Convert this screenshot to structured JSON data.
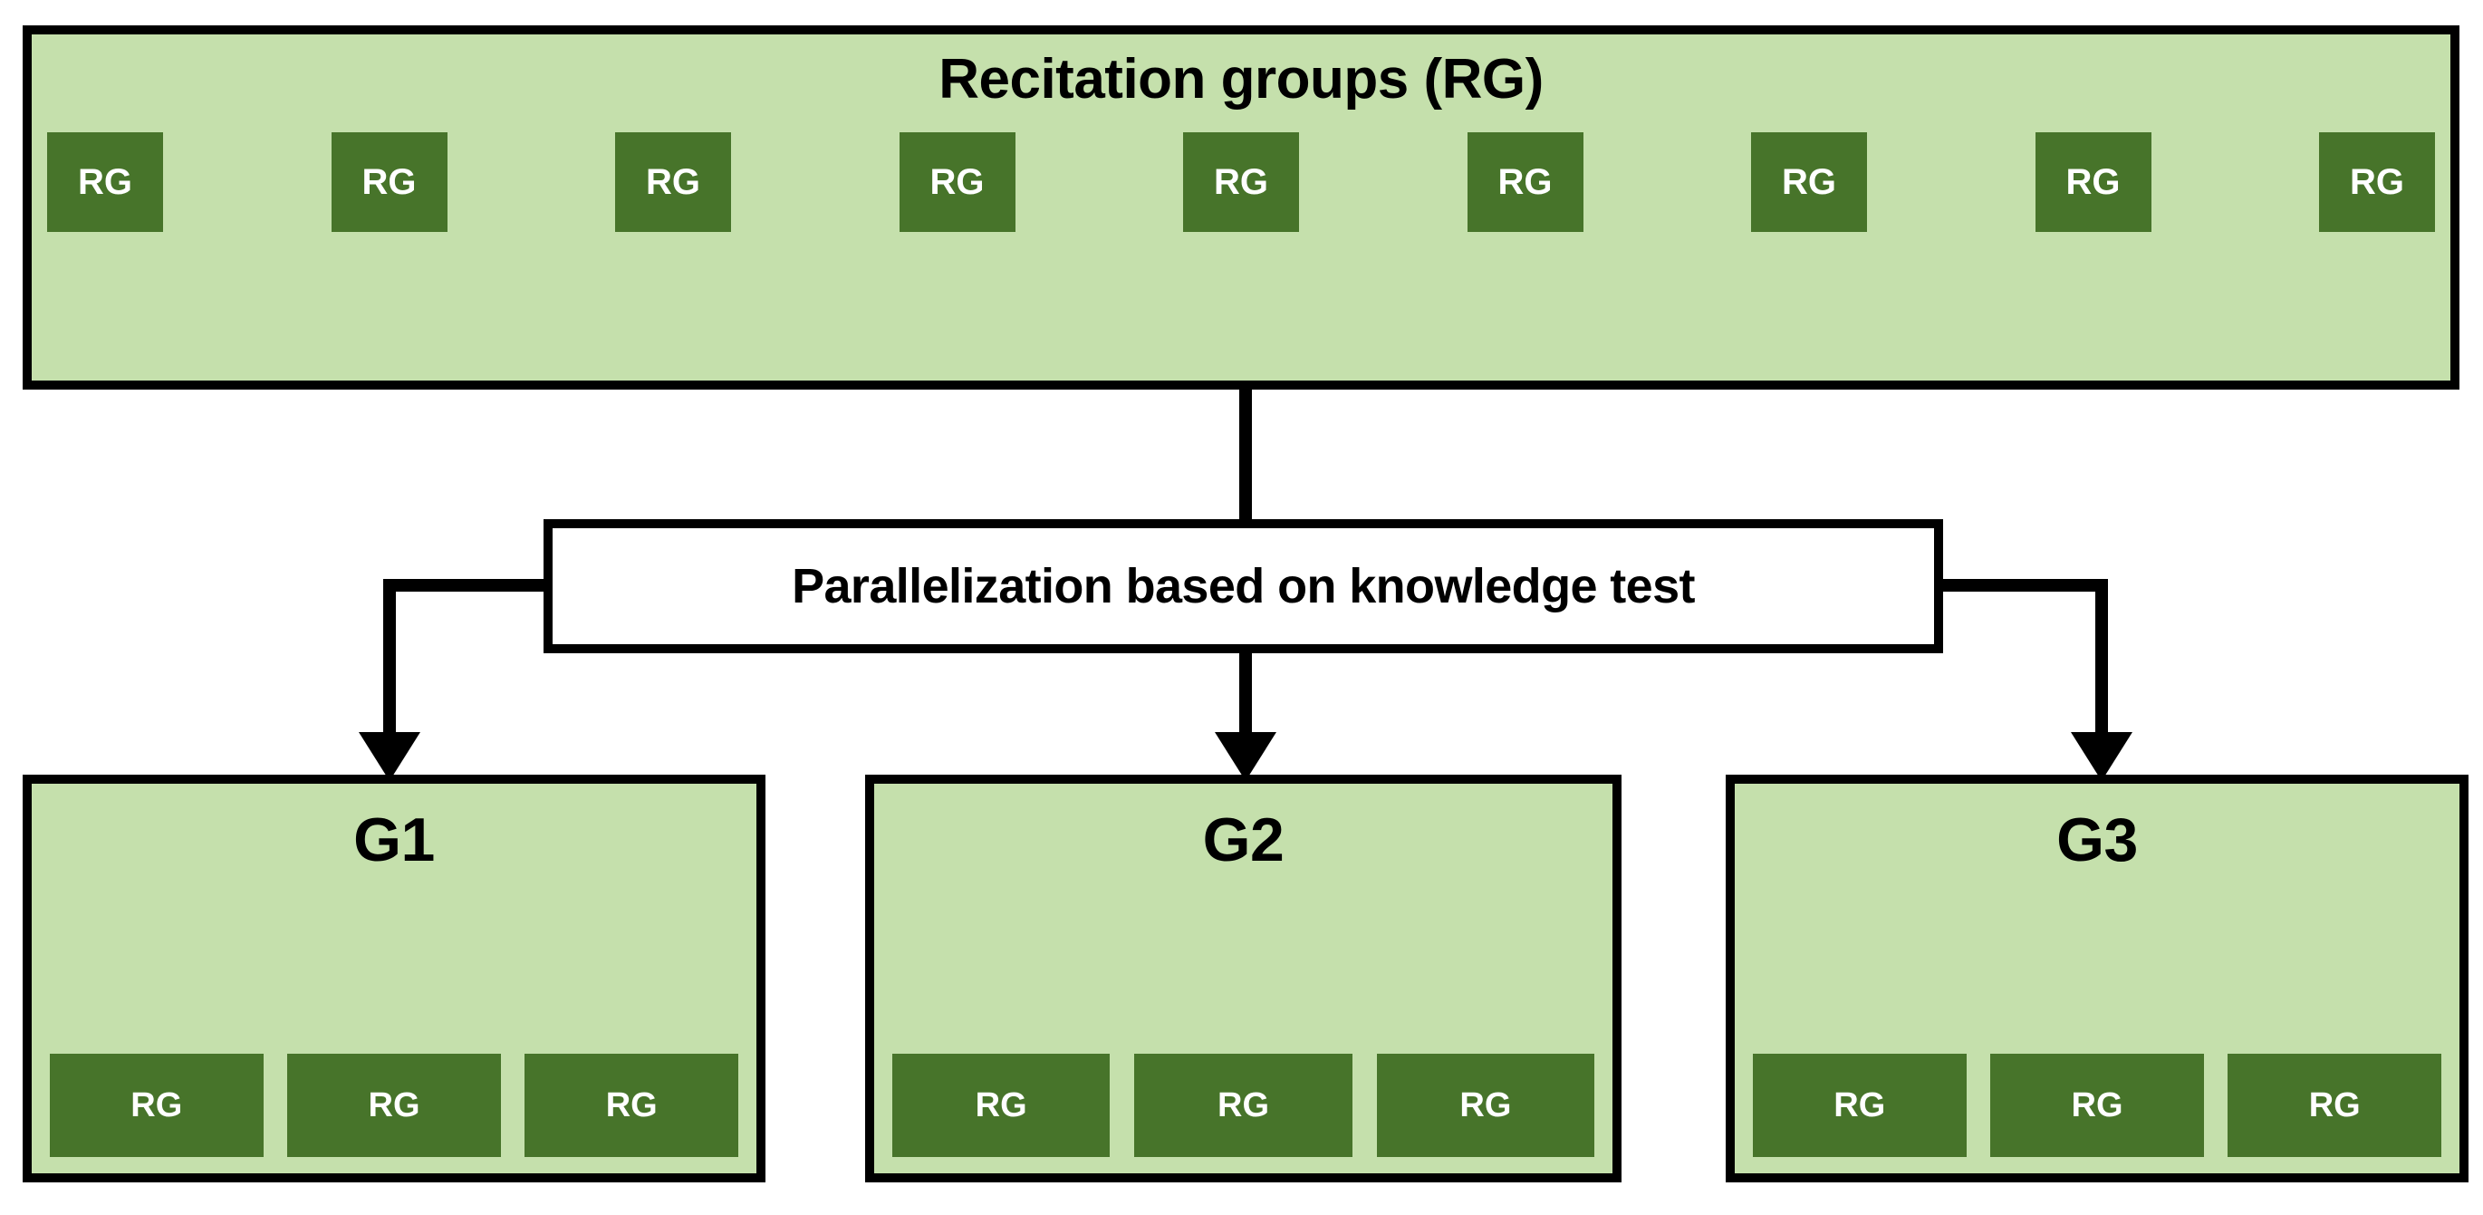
{
  "diagram": {
    "title": "Recitation groups (RG)",
    "colors": {
      "container_fill": "#c5e0ac",
      "chip_fill": "#47742a",
      "chip_text": "#ffffff",
      "border": "#000000",
      "process_fill": "#ffffff",
      "background": "#ffffff"
    },
    "top_container": {
      "label": "Recitation groups (RG)",
      "chips": [
        {
          "label": "RG"
        },
        {
          "label": "RG"
        },
        {
          "label": "RG"
        },
        {
          "label": "RG"
        },
        {
          "label": "RG"
        },
        {
          "label": "RG"
        },
        {
          "label": "RG"
        },
        {
          "label": "RG"
        },
        {
          "label": "RG"
        }
      ],
      "chip_count": 9
    },
    "process": {
      "label": "Parallelization based on knowledge test"
    },
    "groups": [
      {
        "label": "G1",
        "chips": [
          {
            "label": "RG"
          },
          {
            "label": "RG"
          },
          {
            "label": "RG"
          }
        ],
        "chip_count": 3
      },
      {
        "label": "G2",
        "chips": [
          {
            "label": "RG"
          },
          {
            "label": "RG"
          },
          {
            "label": "RG"
          }
        ],
        "chip_count": 3
      },
      {
        "label": "G3",
        "chips": [
          {
            "label": "RG"
          },
          {
            "label": "RG"
          },
          {
            "label": "RG"
          }
        ],
        "chip_count": 3
      }
    ],
    "connectors": [
      {
        "name": "top-to-process",
        "from": "top_container",
        "to": "process",
        "arrowhead": false
      },
      {
        "name": "process-to-g1",
        "from": "process",
        "to": "G1",
        "arrowhead": true
      },
      {
        "name": "process-to-g2",
        "from": "process",
        "to": "G2",
        "arrowhead": true
      },
      {
        "name": "process-to-g3",
        "from": "process",
        "to": "G3",
        "arrowhead": true
      }
    ]
  }
}
